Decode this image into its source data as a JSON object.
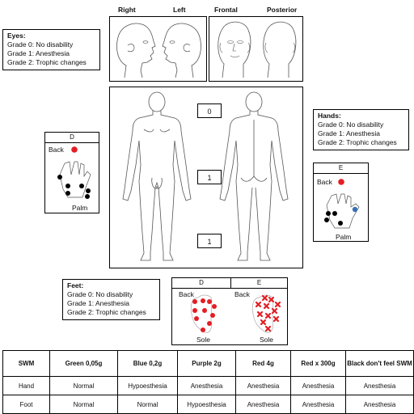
{
  "face_labels": [
    "Right",
    "Left",
    "Frontal",
    "Posterior"
  ],
  "eyes": {
    "title": "Eyes:",
    "grades": [
      "Grade 0: No disability",
      "Grade 1: Anesthesia",
      "Grade 2: Trophic changes"
    ]
  },
  "hands": {
    "title": "Hands:",
    "grades": [
      "Grade 0: No disability",
      "Grade 1: Anesthesia",
      "Grade 2: Trophic changes"
    ]
  },
  "feet": {
    "title": "Feet:",
    "grades": [
      "Grade 0: No disability",
      "Grade 1: Anesthesia",
      "Grade 2: Trophic changes"
    ]
  },
  "body_grades": {
    "eyes": "0",
    "hands": "1",
    "feet": "1"
  },
  "hand_d": {
    "tag": "D",
    "back": "Back",
    "palm": "Palm"
  },
  "hand_e": {
    "tag": "E",
    "back": "Back",
    "palm": "Palm"
  },
  "feet_panel": {
    "d_tag": "D",
    "e_tag": "E",
    "d_back": "Back",
    "e_back": "Back",
    "d_sole": "Sole",
    "e_sole": "Sole"
  },
  "colors": {
    "red": "#e31e24",
    "black": "#000000",
    "blue": "#3a6fb5"
  },
  "swm_table": {
    "headers": [
      "SWM",
      "Green 0,05g",
      "Blue 0,2g",
      "Purple 2g",
      "Red 4g",
      "Red x 300g",
      "Black don't feel SWM"
    ],
    "rows": [
      [
        "Hand",
        "Normal",
        "Hypoesthesia",
        "Anesthesia",
        "Anesthesia",
        "Anesthesia",
        "Anesthesia"
      ],
      [
        "Foot",
        "Normal",
        "Normal",
        "Hypoesthesia",
        "Anesthesia",
        "Anesthesia",
        "Anesthesia"
      ]
    ]
  }
}
